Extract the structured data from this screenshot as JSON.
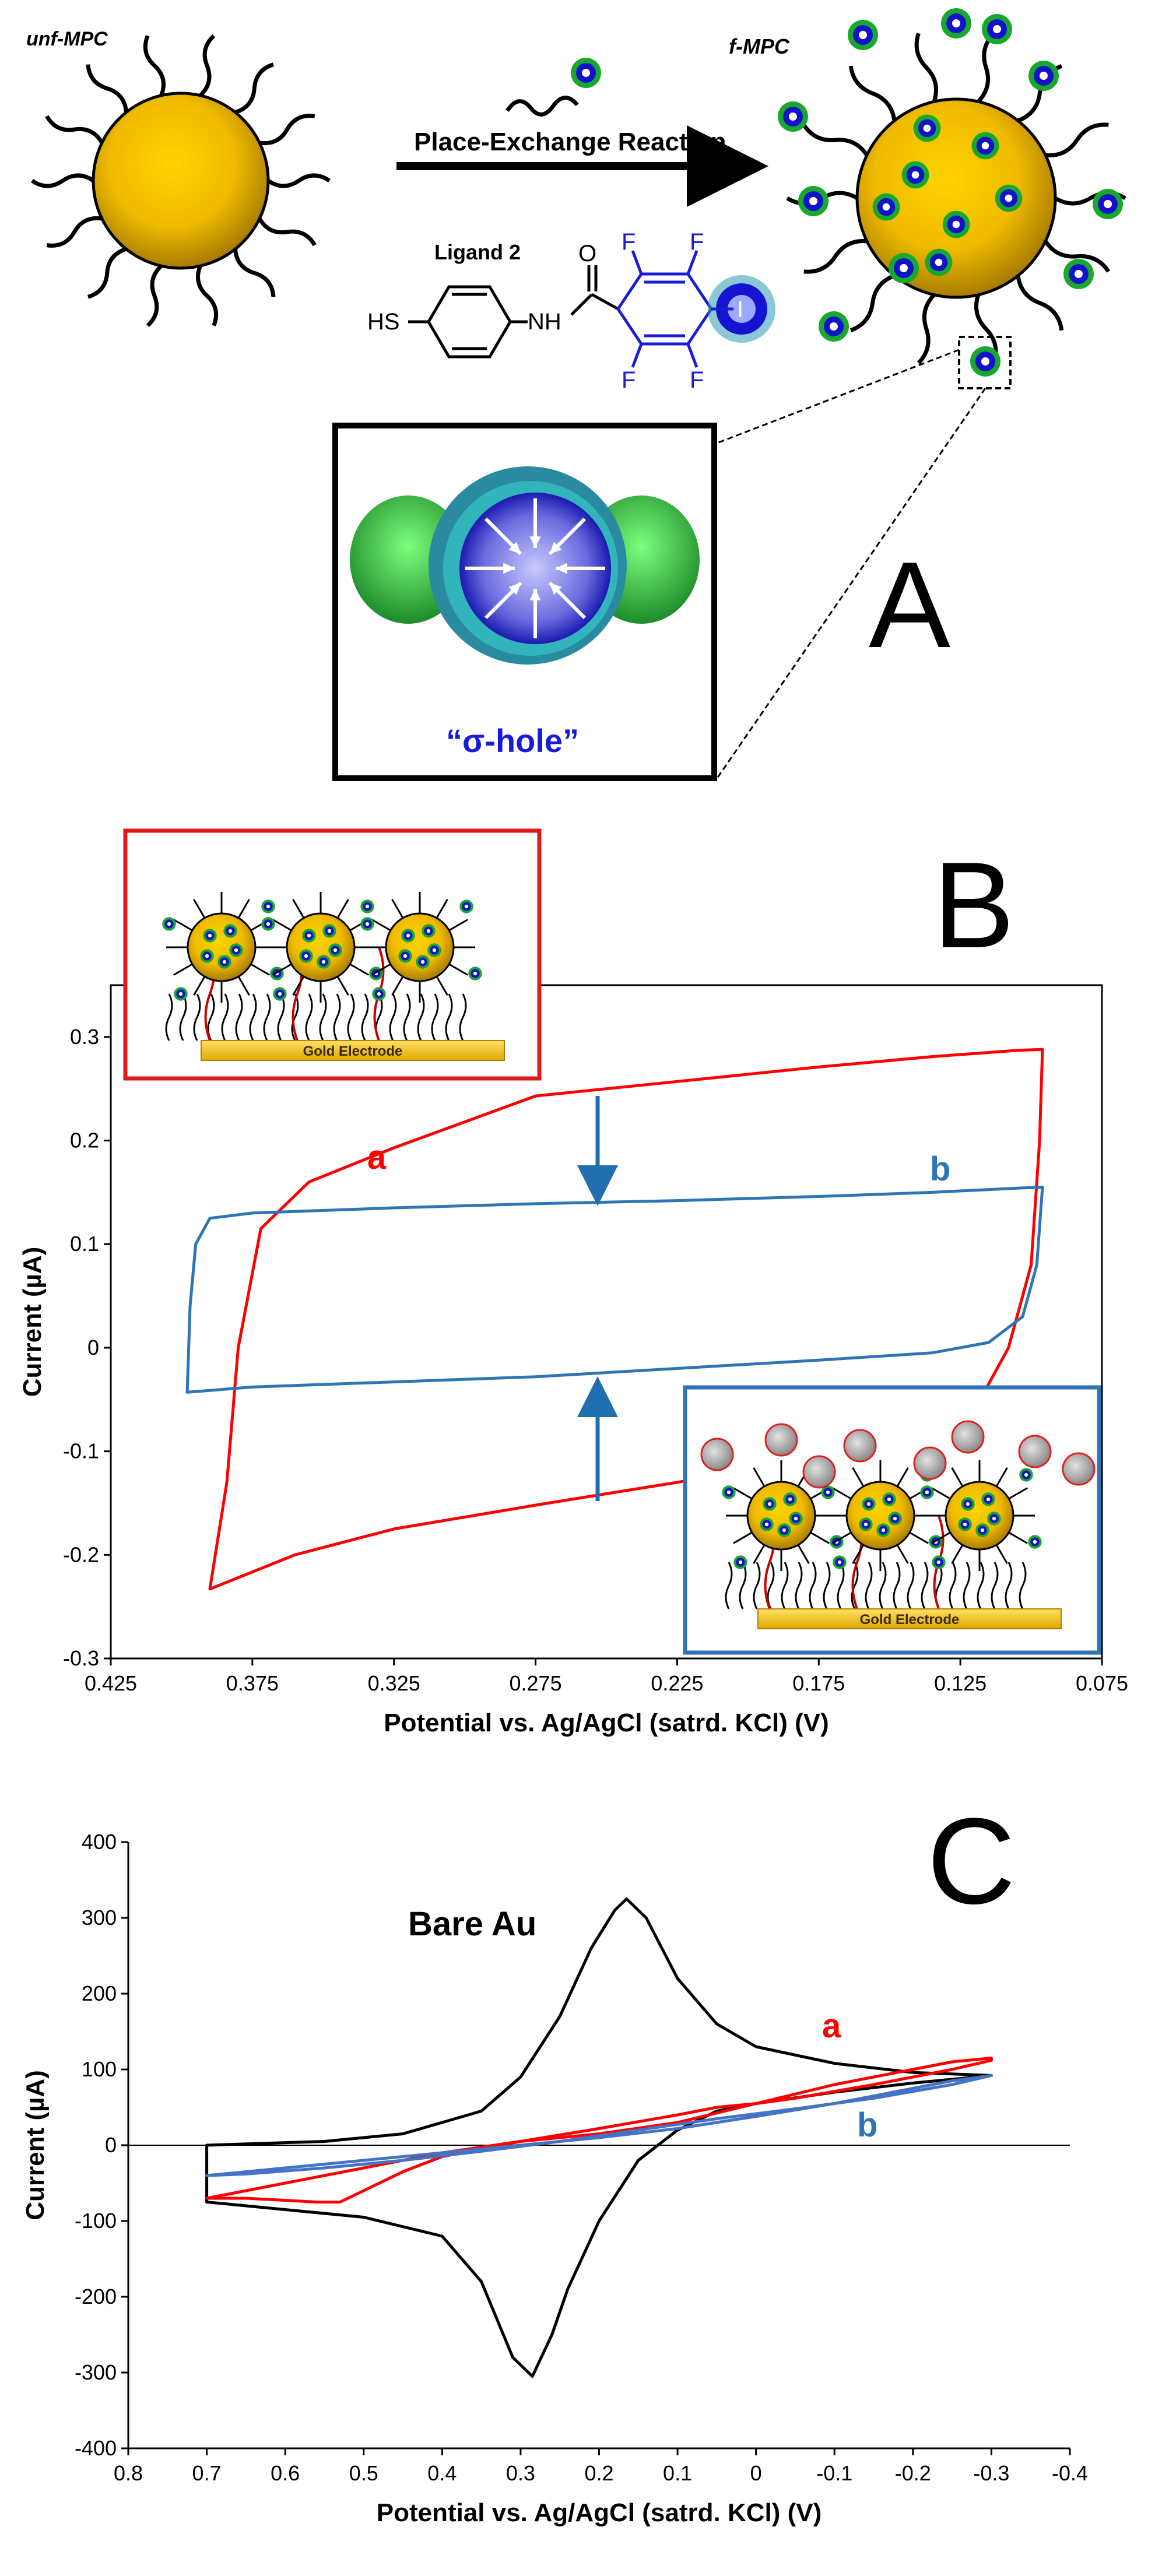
{
  "scheme": {
    "unf_label": "unf-MPC",
    "f_label": "f-MPC",
    "reaction_label": "Place-Exchange Reaction",
    "ligand_label": "Ligand 2",
    "sh": "HS",
    "nh": "NH",
    "o": "O",
    "f": "F",
    "i": "I",
    "sigma_hole": "“σ-hole”",
    "panel_letter": "A"
  },
  "panel_b": {
    "letter": "B",
    "inset_top_label": "Gold Electrode",
    "inset_bottom_label": "Gold Electrode",
    "curve_labels": [
      "a",
      "b"
    ],
    "colors": {
      "a": "#ff0000",
      "b": "#2e75b6"
    }
  },
  "panel_c": {
    "letter": "C",
    "annotation": "Bare Au",
    "curve_labels": [
      "a",
      "b"
    ],
    "colors": {
      "bare": "#000000",
      "a": "#ff0000",
      "b": "#4472c4"
    }
  },
  "chart_data": [
    {
      "type": "line",
      "xlabel": "Potential vs. Ag/AgCl (satrd. KCl)  (V)",
      "ylabel": "Current (µA)",
      "xlim": [
        0.425,
        0.075
      ],
      "ylim": [
        -0.3,
        0.35
      ],
      "xticks": [
        "0.425",
        "0.375",
        "0.325",
        "0.275",
        "0.225",
        "0.175",
        "0.125",
        "0.075"
      ],
      "yticks": [
        "-0.3",
        "-0.2",
        "-0.1",
        "0",
        "0.1",
        "0.2",
        "0.3"
      ],
      "series": [
        {
          "name": "a",
          "x": [
            0.39,
            0.384,
            0.38,
            0.372,
            0.355,
            0.325,
            0.275,
            0.225,
            0.175,
            0.135,
            0.105,
            0.096,
            0.097,
            0.1,
            0.108,
            0.12,
            0.175,
            0.225,
            0.275,
            0.325,
            0.36,
            0.39
          ],
          "y": [
            -0.233,
            -0.13,
            0.0,
            0.115,
            0.16,
            0.193,
            0.243,
            0.257,
            0.271,
            0.281,
            0.287,
            0.288,
            0.2,
            0.08,
            0.0,
            -0.06,
            -0.105,
            -0.13,
            -0.152,
            -0.175,
            -0.2,
            -0.233
          ]
        },
        {
          "name": "b",
          "x": [
            0.398,
            0.397,
            0.395,
            0.39,
            0.375,
            0.325,
            0.275,
            0.225,
            0.175,
            0.135,
            0.105,
            0.096,
            0.098,
            0.103,
            0.115,
            0.135,
            0.175,
            0.225,
            0.275,
            0.325,
            0.375,
            0.398
          ],
          "y": [
            -0.043,
            0.04,
            0.1,
            0.125,
            0.13,
            0.135,
            0.139,
            0.142,
            0.146,
            0.15,
            0.154,
            0.155,
            0.08,
            0.03,
            0.005,
            -0.005,
            -0.012,
            -0.02,
            -0.028,
            -0.033,
            -0.038,
            -0.043
          ]
        }
      ]
    },
    {
      "type": "line",
      "xlabel": "Potential vs. Ag/AgCl (satrd. KCl)  (V)",
      "ylabel": "Current (µA)",
      "xlim": [
        0.8,
        -0.4
      ],
      "ylim": [
        -400,
        400
      ],
      "xticks": [
        "0.8",
        "0.7",
        "0.6",
        "0.5",
        "0.4",
        "0.3",
        "0.2",
        "0.1",
        "0",
        "-0.1",
        "-0.2",
        "-0.3",
        "-0.4"
      ],
      "yticks": [
        "-400",
        "-300",
        "-200",
        "-100",
        "0",
        "100",
        "200",
        "300",
        "400"
      ],
      "series": [
        {
          "name": "Bare Au",
          "x": [
            0.7,
            0.55,
            0.45,
            0.35,
            0.3,
            0.25,
            0.21,
            0.18,
            0.165,
            0.14,
            0.1,
            0.05,
            0.0,
            -0.1,
            -0.2,
            -0.3,
            -0.3,
            -0.2,
            -0.1,
            0.0,
            0.05,
            0.1,
            0.15,
            0.2,
            0.24,
            0.26,
            0.285,
            0.31,
            0.35,
            0.4,
            0.5,
            0.6,
            0.7
          ],
          "y": [
            0,
            5,
            15,
            45,
            90,
            170,
            260,
            310,
            325,
            300,
            220,
            160,
            130,
            108,
            96,
            92,
            92,
            82,
            70,
            55,
            45,
            20,
            -20,
            -100,
            -190,
            -250,
            -305,
            -280,
            -180,
            -120,
            -95,
            -85,
            -75
          ]
        },
        {
          "name": "a",
          "x": [
            0.7,
            0.6,
            0.5,
            0.4,
            0.3,
            0.2,
            0.1,
            0.0,
            -0.1,
            -0.2,
            -0.25,
            -0.3,
            -0.3,
            -0.25,
            -0.15,
            -0.05,
            0.0,
            0.05,
            0.1,
            0.2,
            0.3,
            0.4,
            0.45,
            0.5,
            0.53,
            0.56,
            0.65,
            0.7
          ],
          "y": [
            -70,
            -50,
            -30,
            -10,
            5,
            15,
            30,
            55,
            80,
            100,
            110,
            115,
            112,
            100,
            80,
            62,
            55,
            50,
            40,
            22,
            5,
            -15,
            -35,
            -60,
            -75,
            -75,
            -70,
            -70
          ]
        },
        {
          "name": "b",
          "x": [
            0.7,
            0.6,
            0.5,
            0.4,
            0.3,
            0.2,
            0.1,
            0.0,
            -0.1,
            -0.2,
            -0.25,
            -0.3,
            -0.3,
            -0.25,
            -0.15,
            -0.05,
            0.05,
            0.15,
            0.25,
            0.35,
            0.45,
            0.55,
            0.65,
            0.7
          ],
          "y": [
            -40,
            -30,
            -20,
            -10,
            0,
            10,
            22,
            38,
            55,
            75,
            85,
            92,
            92,
            80,
            62,
            48,
            35,
            20,
            5,
            -8,
            -20,
            -30,
            -38,
            -40
          ]
        }
      ]
    }
  ]
}
